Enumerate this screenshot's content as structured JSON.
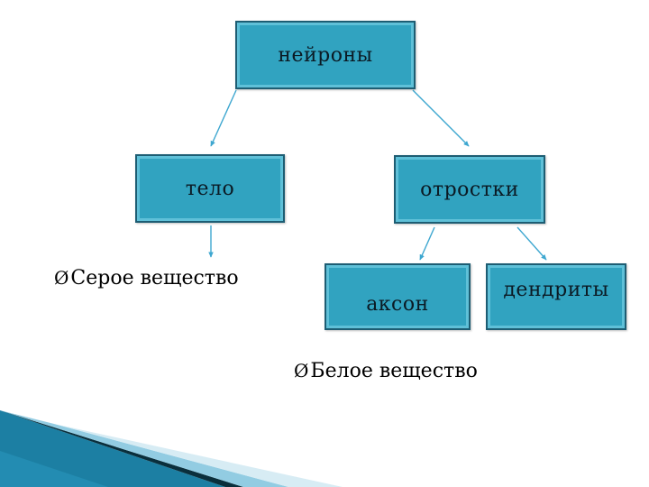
{
  "nodes": {
    "root": "нейроны",
    "body": "тело",
    "processes": "отростки",
    "axon": "аксон",
    "dendrites": "дендриты"
  },
  "notes": {
    "grey_matter": "Серое вещество",
    "white_matter": "Белое вещество"
  },
  "bullet_glyph": "Ø",
  "colors": {
    "box_fill": "#31a3c0",
    "box_border": "#1d5d73",
    "connector": "#3ea7d0",
    "corner_dark": "#0a2f3c",
    "corner_mid": "#1c7fa3",
    "corner_light": "#d7ecf4"
  }
}
